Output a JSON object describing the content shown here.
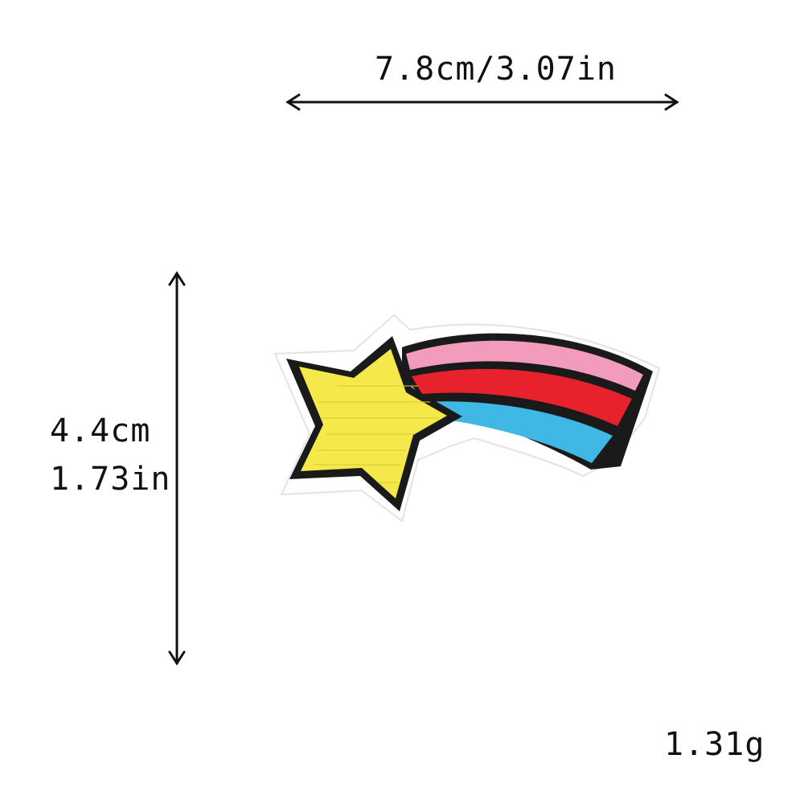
{
  "dimensions": {
    "width_label": "7.8cm/3.07in",
    "height_cm_label": "4.4cm",
    "height_in_label": "1.73in",
    "weight_label": "1.31g"
  },
  "patch": {
    "subject": "shooting-star-rainbow-patch",
    "colors": {
      "star": "#f4e84a",
      "pink": "#f39bbd",
      "red": "#e8222c",
      "blue": "#3fb8e6",
      "outline": "#1a1a1a",
      "backing": "#ffffff"
    }
  }
}
